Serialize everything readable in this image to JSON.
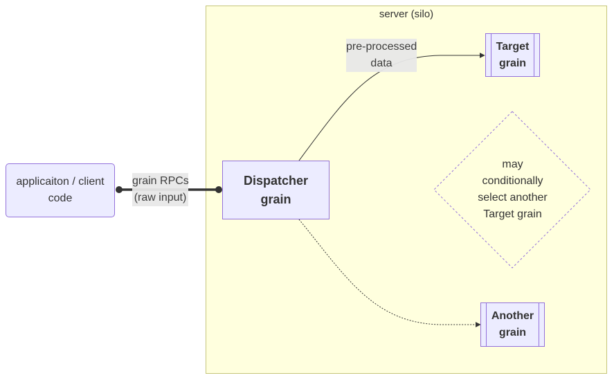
{
  "diagram": {
    "cluster": {
      "label": "server (silo)"
    },
    "nodes": {
      "client": {
        "lines": [
          "applicaiton / client",
          "code"
        ]
      },
      "dispatcher": {
        "lines": [
          "Dispatcher",
          "grain"
        ]
      },
      "target": {
        "lines": [
          "Target",
          "grain"
        ]
      },
      "another": {
        "lines": [
          "Another",
          "grain"
        ]
      },
      "decision": {
        "lines": [
          "may",
          "conditionally",
          "select another",
          "Target grain"
        ]
      }
    },
    "edges": {
      "client_dispatcher": {
        "label_lines": [
          "grain RPCs",
          "(raw input)"
        ]
      },
      "dispatcher_target": {
        "label_lines": [
          "pre-processed",
          "data"
        ]
      }
    }
  },
  "colors": {
    "node_fill": "#ececff",
    "node_border": "#9370db",
    "cluster_fill": "#ffffde",
    "cluster_border": "#c5c57a",
    "edge": "#333333",
    "label_bg": "#e8e8e8"
  }
}
